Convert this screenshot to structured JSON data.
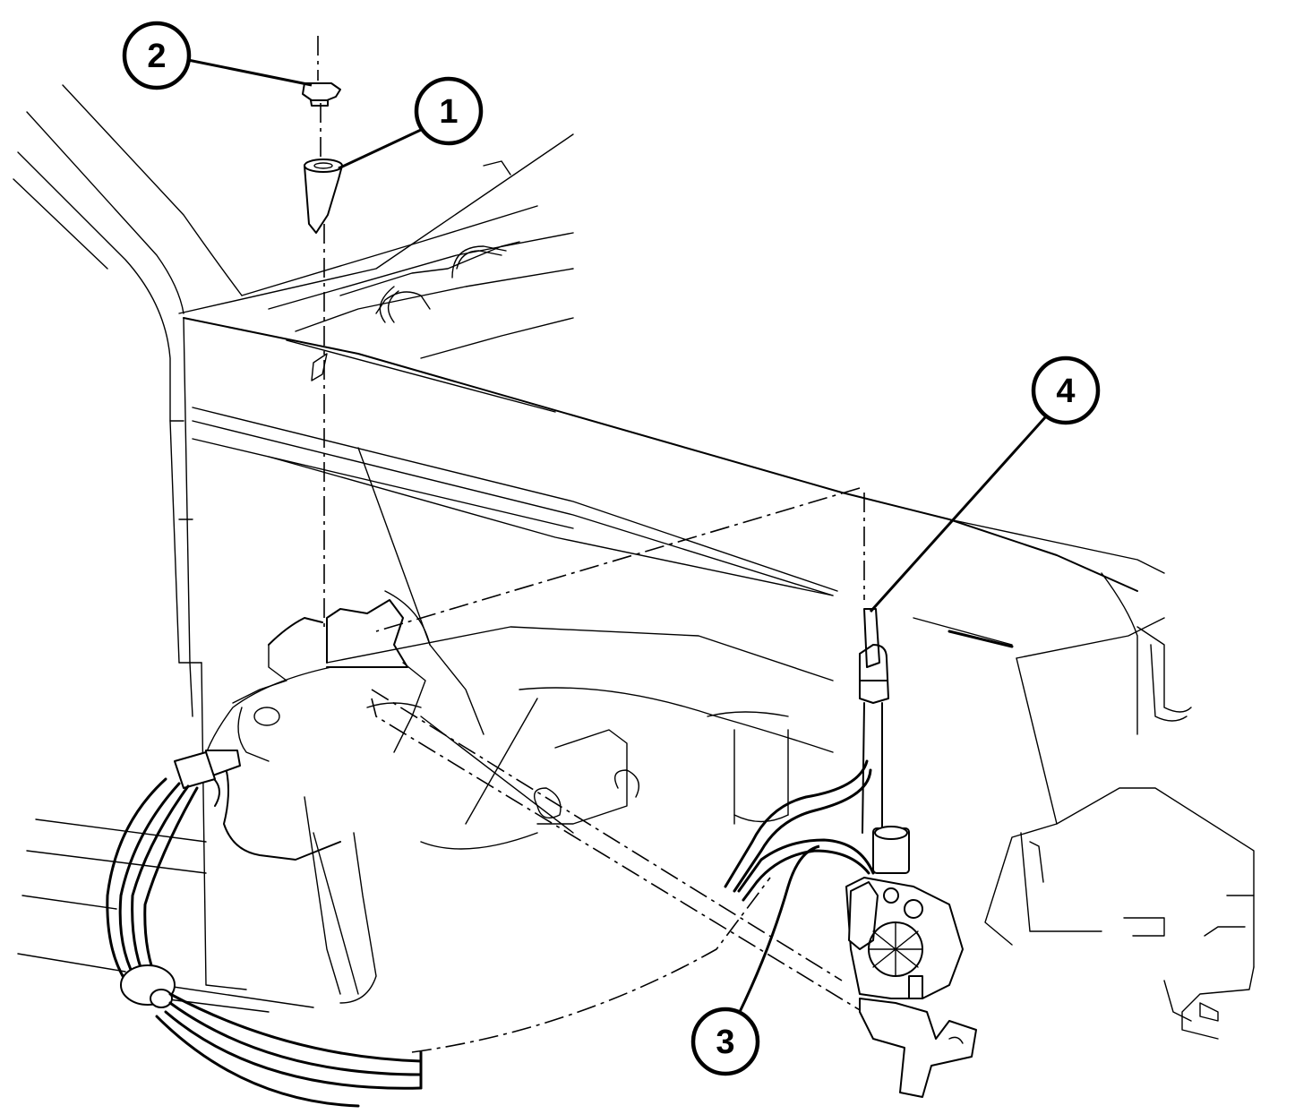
{
  "callouts": [
    {
      "id": "1",
      "label": "1",
      "part": "antenna-cap"
    },
    {
      "id": "2",
      "label": "2",
      "part": "antenna-nut"
    },
    {
      "id": "3",
      "label": "3",
      "part": "power-antenna-motor"
    },
    {
      "id": "4",
      "label": "4",
      "part": "antenna-mast-tube"
    }
  ],
  "colors": {
    "line": "#000000",
    "background": "#ffffff"
  }
}
